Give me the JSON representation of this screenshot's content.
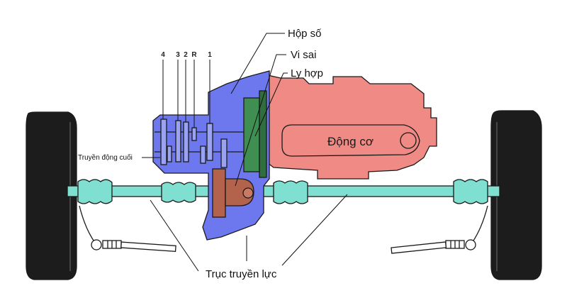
{
  "labels": {
    "gearbox": "Hộp số",
    "differential": "Vi sai",
    "clutch": "Ly hợp",
    "engine": "Động cơ",
    "final_drive": "Truyền động cuối",
    "drive_shaft": "Trục truyền lực"
  },
  "gear_numbers": [
    "4",
    "3",
    "2",
    "R",
    "1"
  ],
  "colors": {
    "engine": "#f08a84",
    "gearbox": "#6e78ee",
    "clutch_plate": "#3f8f52",
    "differential_gear": "#b3624c",
    "shaft": "#7fe0d2",
    "tire": "#1a1a1a"
  }
}
